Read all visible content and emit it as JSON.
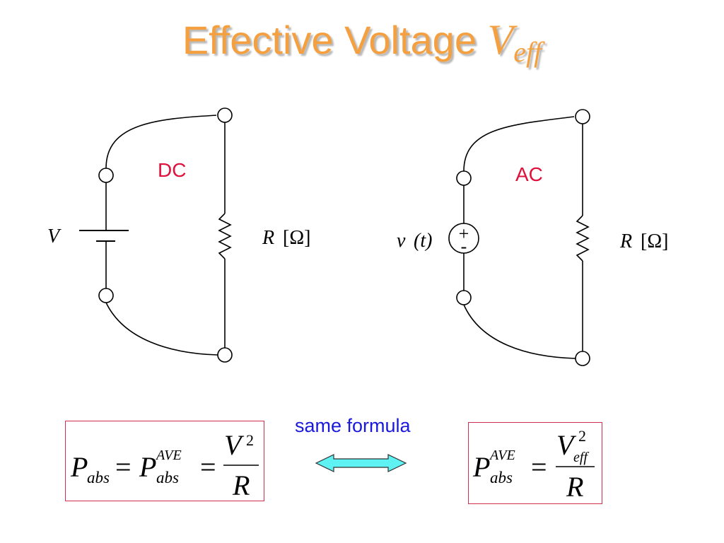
{
  "title": {
    "text": "Effective Voltage ",
    "symbol": "V",
    "subscript": "eff"
  },
  "dc_circuit": {
    "label": "DC",
    "source_label": "V",
    "load_label_R": "R",
    "load_label_unit": "[Ω]"
  },
  "ac_circuit": {
    "label": "AC",
    "source_label_v": "v",
    "source_label_t": "(t)",
    "plus_sign": "+",
    "minus_sign": "-",
    "load_label_R": "R",
    "load_label_unit": "[Ω]"
  },
  "annotation": {
    "text": "same formula"
  },
  "colors": {
    "title": "#f5a040",
    "circuit_label": "#e0103c",
    "annotation": "#1a1adc",
    "arrow_fill": "#5ef2f2",
    "box_border": "#d03050"
  },
  "formula_dc": {
    "P": "P",
    "sub_abs": "abs",
    "eq": "=",
    "sup_ave": "AVE",
    "num_V": "V",
    "num_exp": "2",
    "den_R": "R"
  },
  "formula_ac": {
    "P": "P",
    "sup_ave": "AVE",
    "sub_abs": "abs",
    "eq": "=",
    "num_V": "V",
    "num_sub": "eff",
    "num_exp": "2",
    "den_R": "R"
  }
}
